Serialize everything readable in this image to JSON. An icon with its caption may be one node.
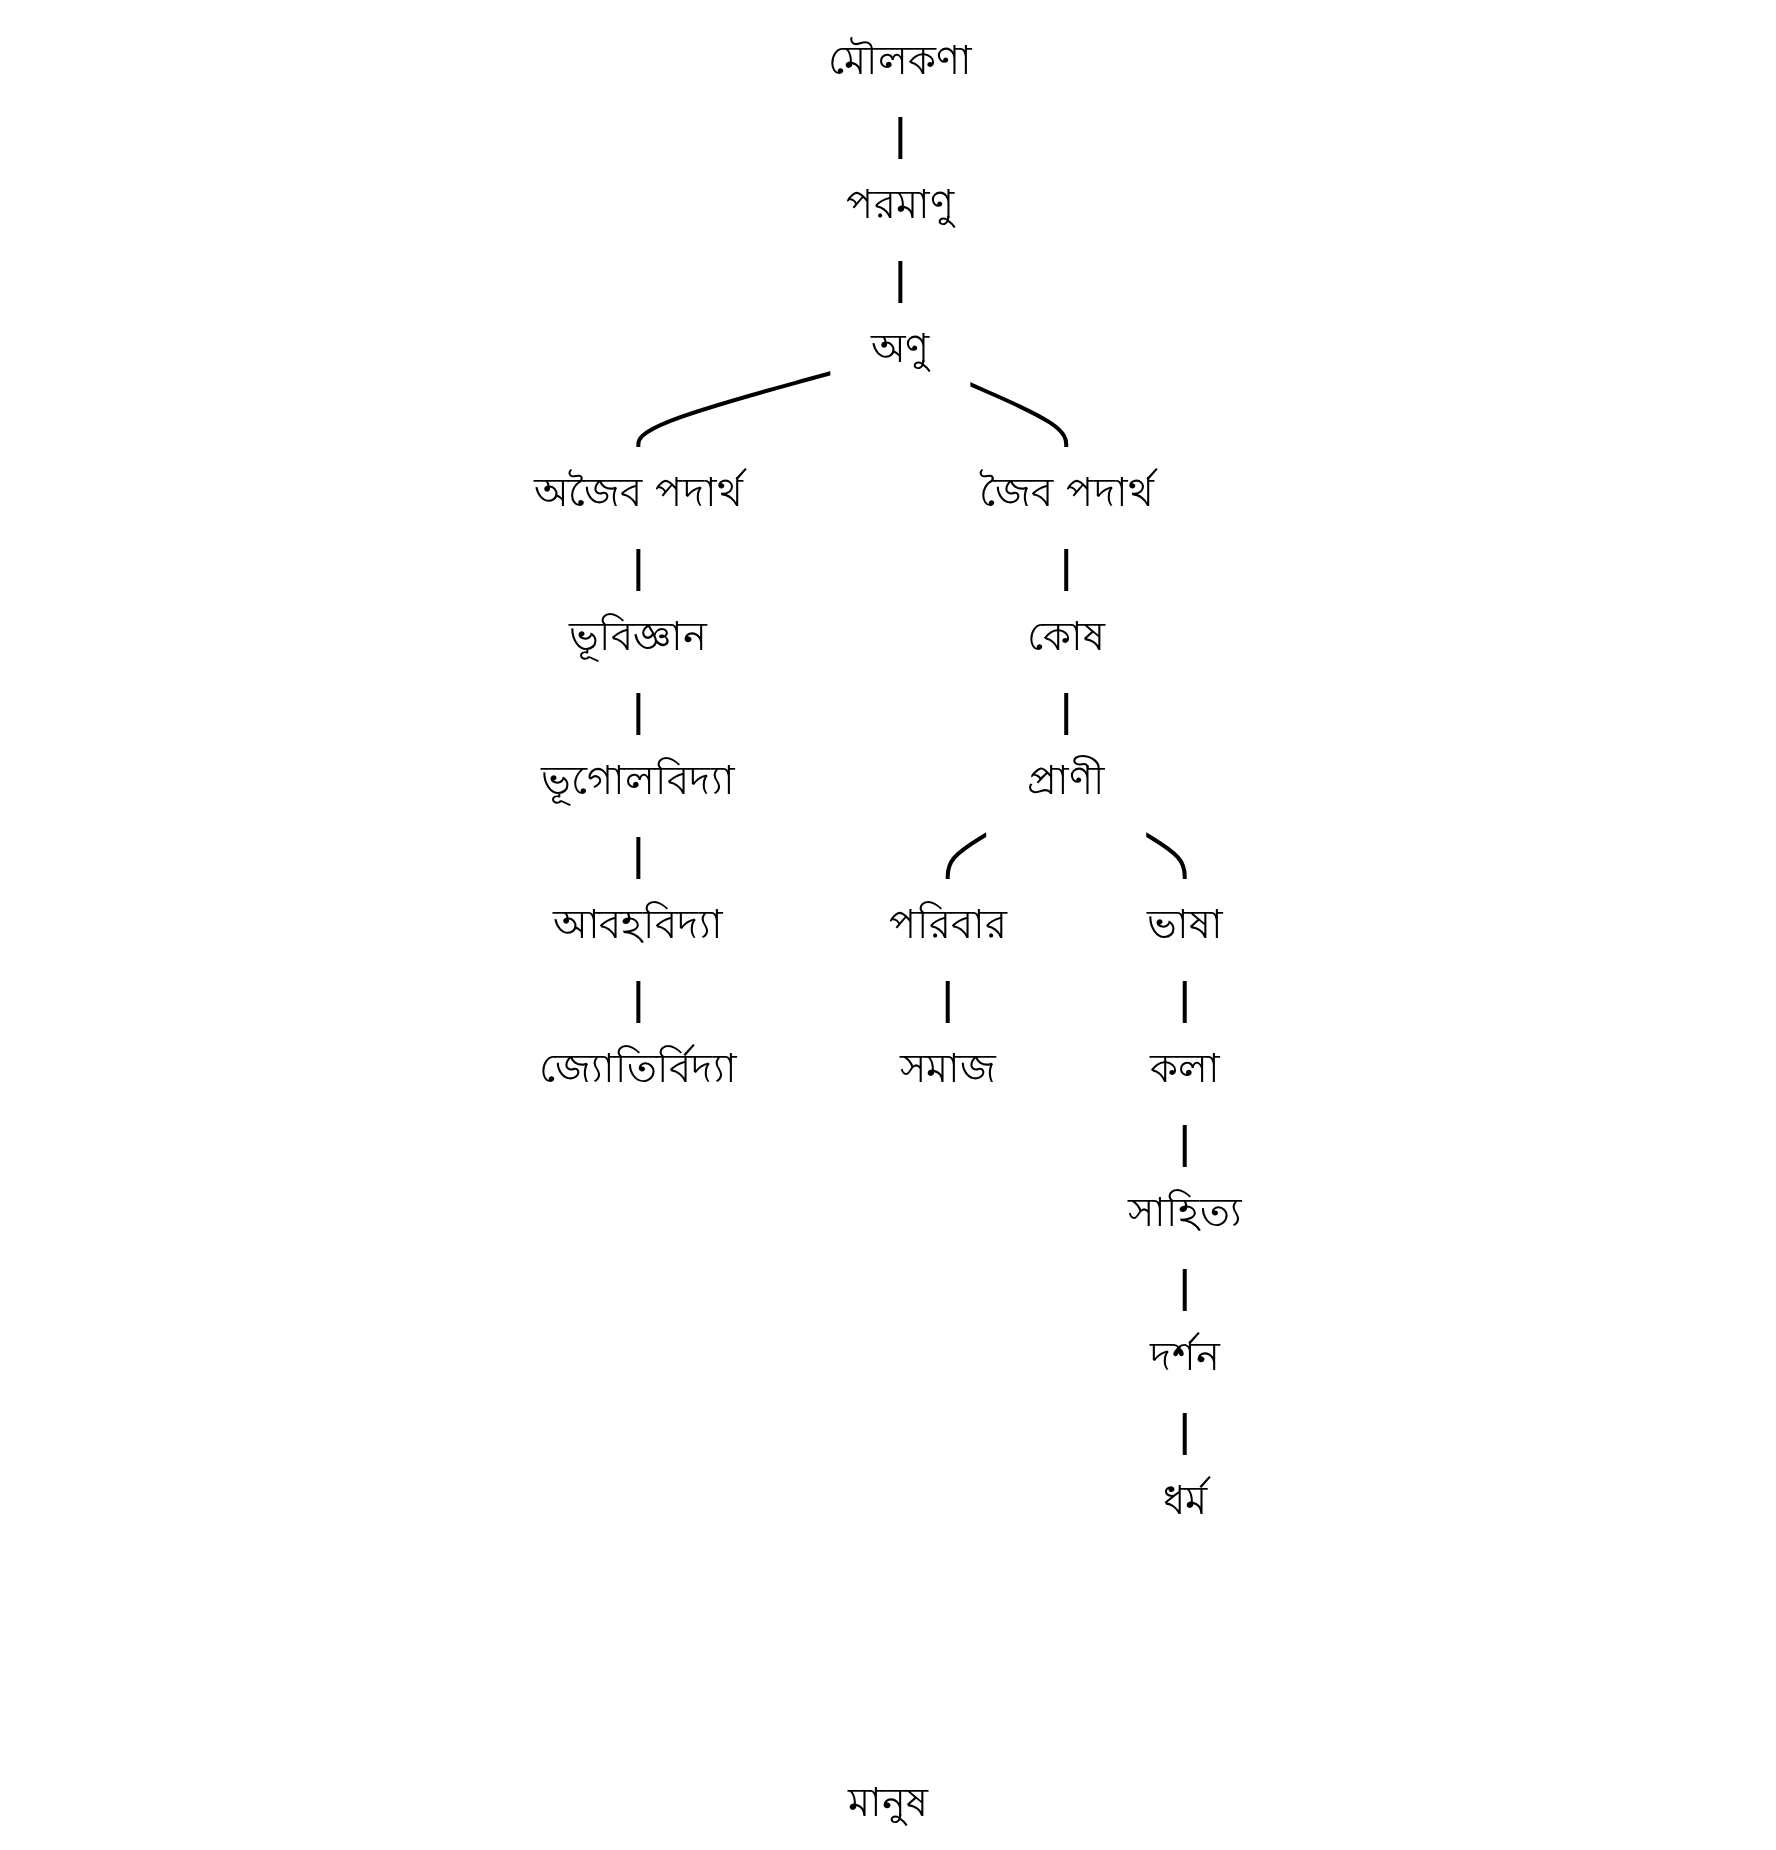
{
  "diagram": {
    "nodes": [
      {
        "text": [
          "মৌলকণা"
        ]
      },
      {
        "text": [
          "পরমাণু"
        ]
      },
      {
        "text": [
          "অণু"
        ]
      },
      {
        "text": [
          "জৈব পদার্থ"
        ]
      },
      {
        "text": [
          "অজৈব পদার্থ"
        ]
      },
      {
        "text": [
          "কোষ"
        ]
      },
      {
        "text": [
          "ভূবিজ্ঞান"
        ]
      },
      {
        "text": [
          "প্রাণী"
        ]
      },
      {
        "text": [
          "ভূগোলবিদ্যা"
        ]
      },
      {
        "text": [
          "আবহবিদ্যা"
        ]
      },
      {
        "text": [
          "পরিবার"
        ]
      },
      {
        "text": [
          "ভাষা"
        ]
      },
      {
        "text": [
          "জ্যোতির্বিদ্যা"
        ]
      },
      {
        "text": [
          "সমাজ"
        ]
      },
      {
        "text": [
          "কলা"
        ]
      },
      {
        "text": [
          "সাহিত্য"
        ]
      },
      {
        "text": [
          "দর্শন"
        ]
      },
      {
        "text": [
          "ধর্ম"
        ]
      }
    ],
    "edges": [
      {
        "from": 0,
        "to": 1,
        "arrow": "none"
      },
      {
        "from": 1,
        "to": 2,
        "arrow": "none"
      },
      {
        "from": 2,
        "to": 3,
        "arrow": "none"
      },
      {
        "from": 2,
        "to": 4,
        "arrow": "none"
      },
      {
        "from": 3,
        "to": 5,
        "arrow": "none"
      },
      {
        "from": 5,
        "to": 7,
        "arrow": "none"
      },
      {
        "from": 7,
        "to": 10,
        "arrow": "none"
      },
      {
        "from": 7,
        "to": 11,
        "arrow": "none"
      },
      {
        "from": 10,
        "to": 13,
        "arrow": "none"
      },
      {
        "from": 11,
        "to": 14,
        "arrow": "none"
      },
      {
        "from": 14,
        "to": 15,
        "arrow": "none"
      },
      {
        "from": 15,
        "to": 16,
        "arrow": "none"
      },
      {
        "from": 16,
        "to": 17,
        "arrow": "none"
      },
      {
        "from": 4,
        "to": 6,
        "arrow": "none"
      },
      {
        "from": 6,
        "to": 8,
        "arrow": "none"
      },
      {
        "from": 8,
        "to": 9,
        "arrow": "none"
      },
      {
        "from": 9,
        "to": 12,
        "arrow": "none"
      }
    ],
    "labels": [
      "মানুষ"
    ]
  }
}
